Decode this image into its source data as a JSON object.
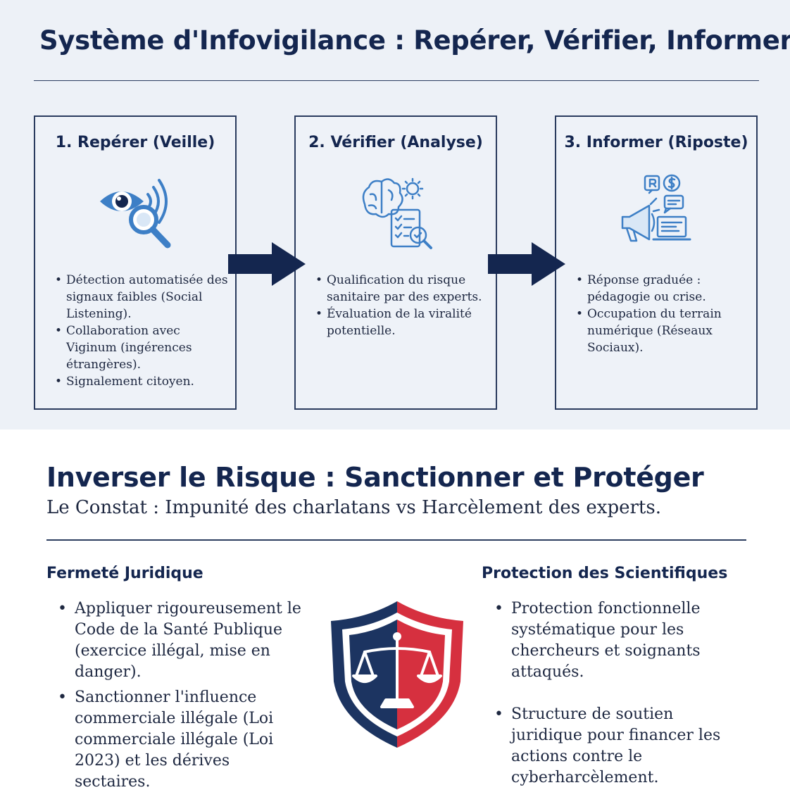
{
  "top": {
    "title": "Système d'Infovigilance : Repérer, Vérifier, Informer",
    "cards": [
      {
        "title": "1. Repérer (Veille)",
        "icon": "eye-magnifier-signal-icon",
        "bullets": [
          "Détection automatisée des signaux faibles (Social Listening).",
          "Collaboration avec Viginum (ingérences étrangères).",
          "Signalement citoyen."
        ]
      },
      {
        "title": "2. Vérifier (Analyse)",
        "icon": "brain-checklist-icon",
        "bullets": [
          "Qualification du risque sanitaire par des experts.",
          "Évaluation de la viralité potentielle."
        ]
      },
      {
        "title": "3. Informer (Riposte)",
        "icon": "megaphone-laptop-icon",
        "bullets": [
          "Réponse graduée : pédagogie ou crise.",
          "Occupation du terrain numérique (Réseaux Sociaux)."
        ]
      }
    ]
  },
  "bottom": {
    "title": "Inverser le Risque : Sanctionner et Protéger",
    "subtitle": "Le Constat : Impunité des charlatans vs Harcèlement des experts.",
    "left": {
      "heading": "Fermeté Juridique",
      "bullets": [
        "Appliquer rigoureusement le Code de la Santé Publique (exercice illégal, mise en danger).",
        "Sanctionner l'influence commerciale illégale (Loi commerciale illégale (Loi 2023) et les dérives sectaires."
      ]
    },
    "right": {
      "heading": "Protection des Scientifiques",
      "bullets": [
        "Protection fonctionnelle systématique pour les chercheurs et soignants attaqués.",
        "Structure de soutien juridique pour financer les actions contre le cyberharcèlement."
      ]
    },
    "center_icon": "justice-shield-icon"
  },
  "colors": {
    "navy": "#14264f",
    "icon_blue": "#3d7fc6",
    "red": "#d6303f",
    "panel_bg": "#edf1f7"
  }
}
